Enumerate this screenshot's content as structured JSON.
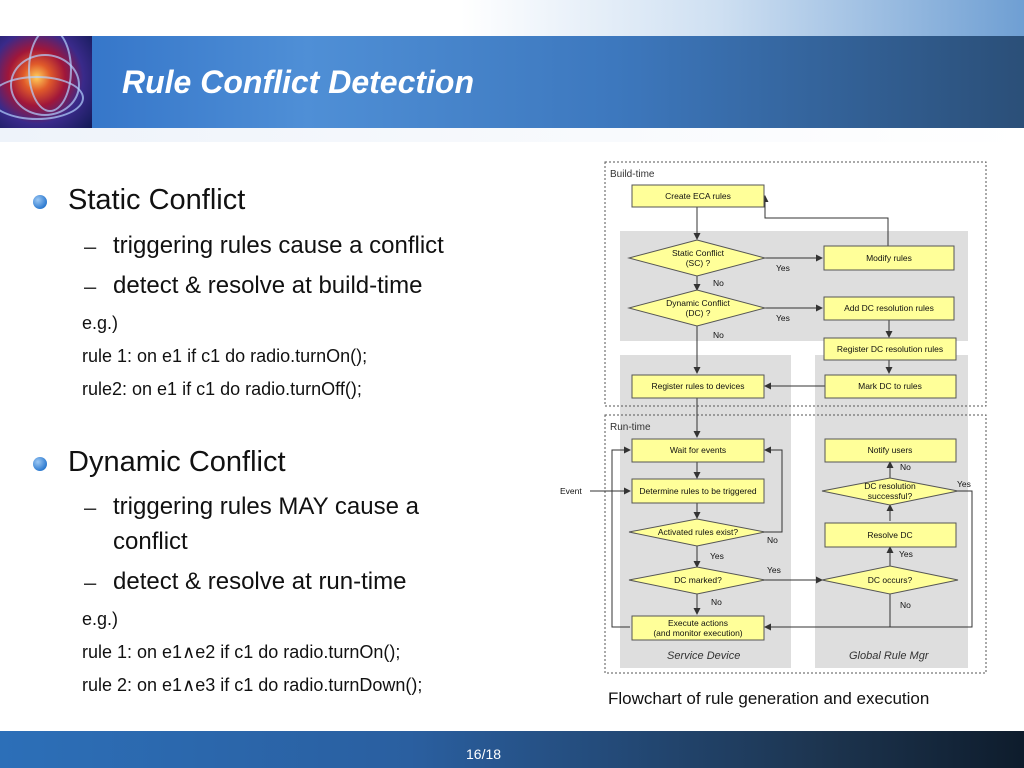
{
  "slide": {
    "title": "Rule Conflict Detection",
    "page_number": "16/18",
    "colors": {
      "title_bar": "#3d78be",
      "bullet": "#2e7bd0",
      "flow_box": "#ffff99",
      "panel": "#dedede"
    }
  },
  "content": {
    "static": {
      "heading": "Static Conflict",
      "points": [
        "triggering rules cause a conflict",
        "detect & resolve at build-time"
      ],
      "example_label": "e.g.)",
      "rules": [
        "rule 1: on e1 if c1 do radio.turnOn();",
        "rule2: on e1 if c1 do radio.turnOff();"
      ]
    },
    "dynamic": {
      "heading": "Dynamic Conflict",
      "points": [
        "triggering rules MAY cause a",
        "conflict",
        "detect & resolve at run-time"
      ],
      "example_label": "e.g.)",
      "rules": [
        "rule 1: on e1∧e2 if c1 do radio.turnOn();",
        "rule 2: on e1∧e3 if c1 do radio.turnDown();"
      ]
    }
  },
  "figure": {
    "caption": "Flowchart of rule generation and execution",
    "sections": {
      "build": "Build-time",
      "run": "Run-time"
    },
    "panels": {
      "service": "Service Device",
      "global": "Global Rule Mgr"
    },
    "event_label": "Event",
    "nodes": {
      "create": "Create ECA rules",
      "sc_1": "Static Conflict",
      "sc_2": "(SC) ?",
      "modify": "Modify rules",
      "dc_1": "Dynamic Conflict",
      "dc_2": "(DC) ?",
      "add_dc": "Add DC resolution rules",
      "register_dc": "Register DC resolution rules",
      "register_devices": "Register rules to devices",
      "mark_dc": "Mark DC to rules",
      "wait": "Wait for events",
      "determine": "Determine rules to be triggered",
      "activated": "Activated rules exist?",
      "dc_marked": "DC marked?",
      "execute_1": "Execute actions",
      "execute_2": "(and monitor execution)",
      "notify": "Notify users",
      "dcr_1": "DC resolution",
      "dcr_2": "successful?",
      "resolve": "Resolve DC",
      "occurs": "DC occurs?"
    },
    "edge_labels": {
      "sc_yes": "Yes",
      "sc_no": "No",
      "dc_yes": "Yes",
      "dc_no": "No",
      "act_no": "No",
      "act_yes": "Yes",
      "marked_yes": "Yes",
      "marked_no": "No",
      "dcr_no": "No",
      "dcr_yes": "Yes",
      "occ_yes": "Yes",
      "occ_no": "No"
    }
  }
}
